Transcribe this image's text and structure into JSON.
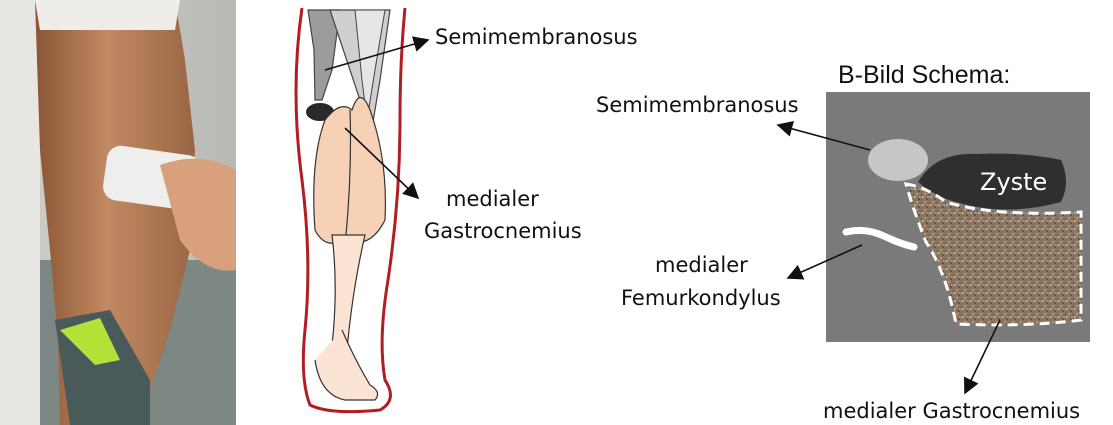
{
  "photo": {
    "description_icon": "ultrasound-probe-on-knee-photo"
  },
  "leg_diagram": {
    "label_semimembranosus": "Semimembranosus",
    "label_gastro_line1": "medialer",
    "label_gastro_line2": "Gastrocnemius"
  },
  "schema": {
    "title": "B-Bild Schema:",
    "label_semimembranosus": "Semimembranosus",
    "label_zyste": "Zyste",
    "label_femur_line1": "medialer",
    "label_femur_line2": "Femurkondylus",
    "label_gastro": "medialer Gastrocnemius"
  },
  "colors": {
    "leg_outline": "#b01e23",
    "muscle_fill": "#f7d1b5",
    "bmode_bg": "#7a7a7a",
    "cyst_fill": "#2f2f2f",
    "skin": "#b07850"
  }
}
